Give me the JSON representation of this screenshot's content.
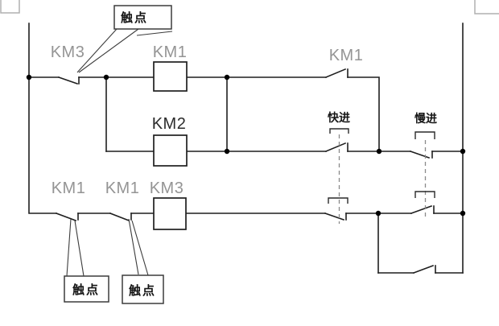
{
  "diagram": {
    "type": "relay-contactor-control-circuit",
    "labels": {
      "km3_top_contact": "KM3",
      "km1_top_coil": "KM1",
      "km2_coil": "KM2",
      "km1_right_contact": "KM1",
      "fast_forward_switch": "快进",
      "slow_forward_switch": "慢进",
      "km1_bottom_contact_1": "KM1",
      "km1_bottom_contact_2": "KM1",
      "km3_bottom_coil": "KM3"
    },
    "callouts": {
      "top": "触点",
      "bottom_left": "触点",
      "bottom_mid": "触点"
    },
    "colors": {
      "wire": "#1f1f1f",
      "label_gray": "#949494",
      "label_dark": "#2b2b2b",
      "dashed_link": "#8a8a8a",
      "frame_corner": "#b0b0b0",
      "background": "#ffffff"
    }
  }
}
